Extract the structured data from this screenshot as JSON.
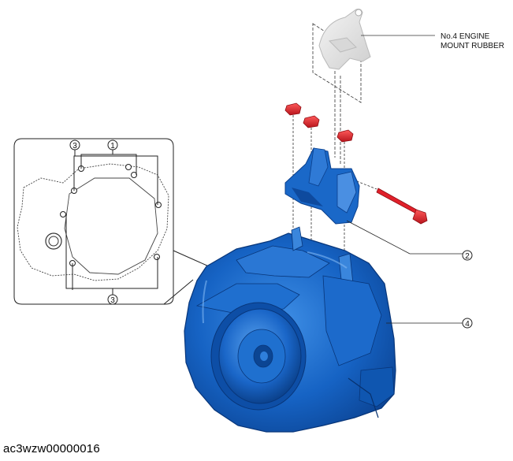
{
  "callouts": {
    "mount_rubber_line1": "No.4 ENGINE",
    "mount_rubber_line2": "MOUNT RUBBER",
    "n1": "1",
    "n2": "2",
    "n3_top": "3",
    "n3_bottom": "3",
    "n4": "4"
  },
  "figure_id": "ac3wzw00000016",
  "colors": {
    "transaxle_blue": "#1663c4",
    "transaxle_dark": "#0a3f8c",
    "bolt_red": "#e0202a",
    "mount_gray": "#e2e2e2"
  }
}
